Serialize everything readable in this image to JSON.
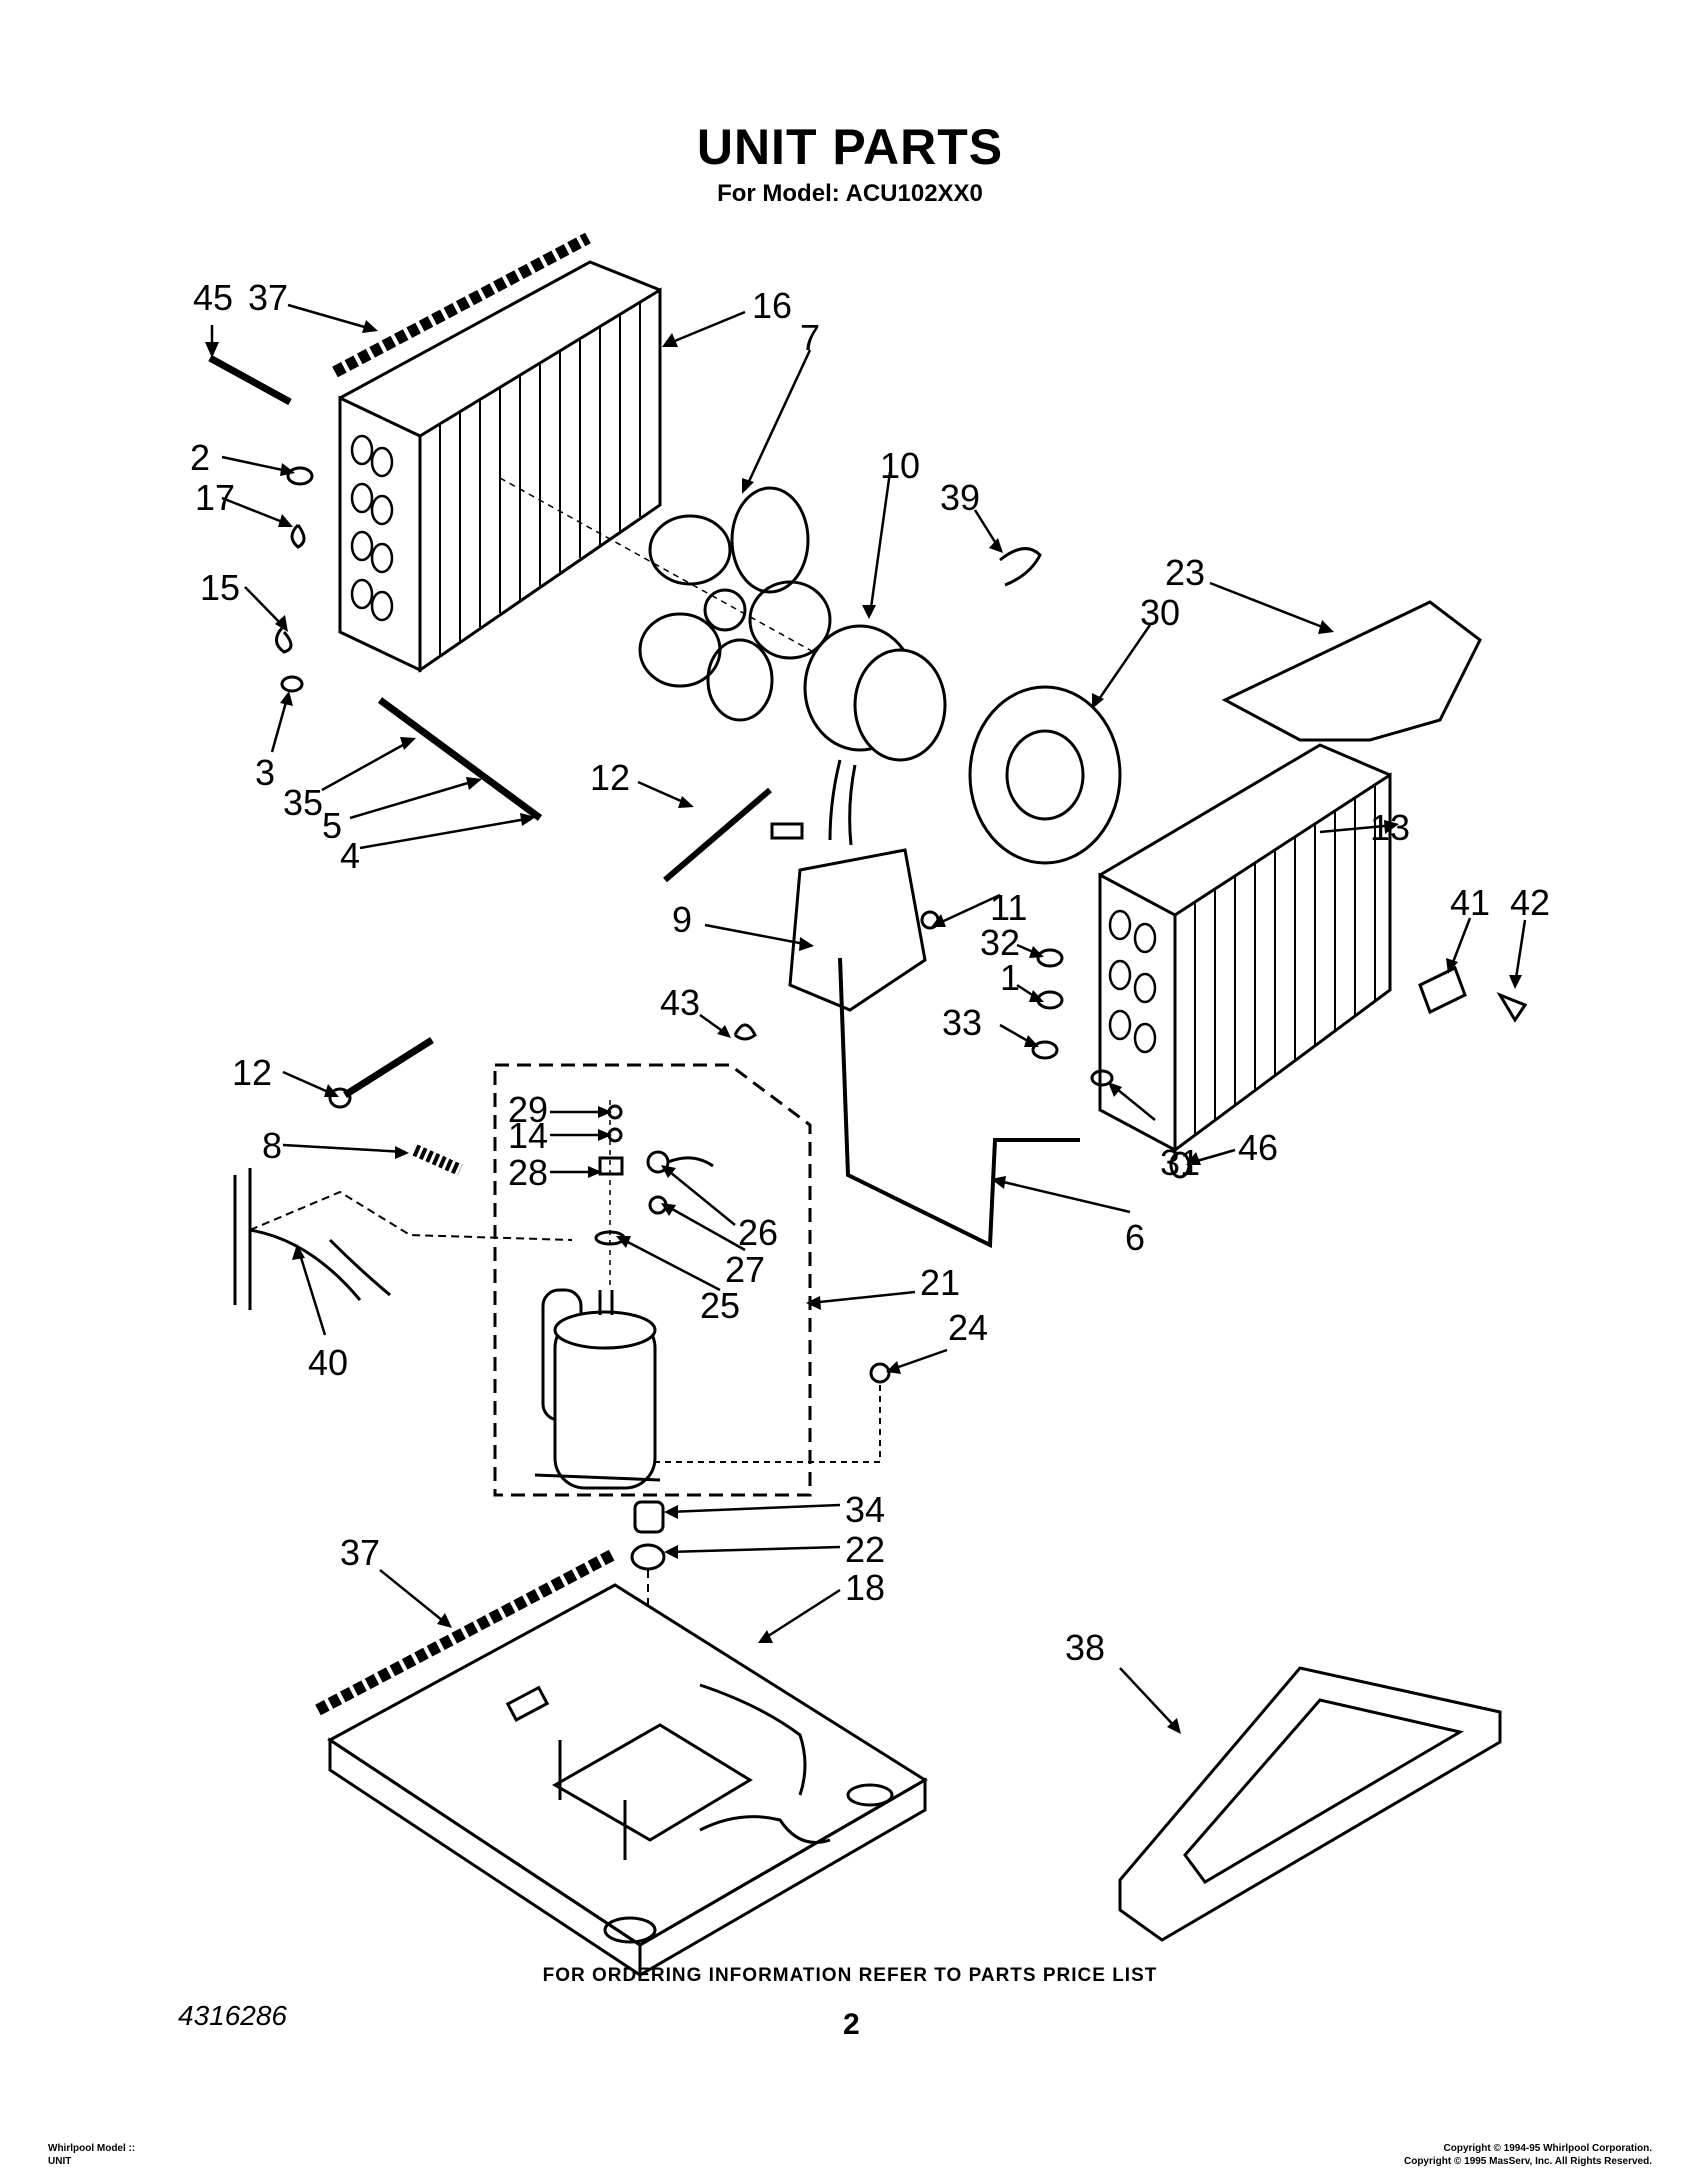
{
  "header": {
    "title": "UNIT PARTS",
    "model_line": "For Model: ACU102XX0"
  },
  "callouts": [
    "45",
    "37",
    "16",
    "7",
    "10",
    "39",
    "23",
    "30",
    "2",
    "17",
    "15",
    "3",
    "35",
    "5",
    "4",
    "12",
    "11",
    "13",
    "41",
    "42",
    "9",
    "32",
    "1",
    "43",
    "33",
    "46",
    "31",
    "12",
    "29",
    "14",
    "28",
    "26",
    "27",
    "25",
    "8",
    "6",
    "21",
    "24",
    "40",
    "34",
    "22",
    "37",
    "18",
    "38"
  ],
  "footer": {
    "ordering_note": "FOR ORDERING INFORMATION REFER TO PARTS PRICE LIST",
    "document_number": "4316286",
    "page_number": "2",
    "bottom_left": [
      "Whirlpool Model ::",
      "UNIT"
    ],
    "bottom_right": [
      "Copyright © 1994-95 Whirlpool Corporation.",
      "Copyright © 1995 MasServ, Inc.  All Rights Reserved."
    ]
  }
}
